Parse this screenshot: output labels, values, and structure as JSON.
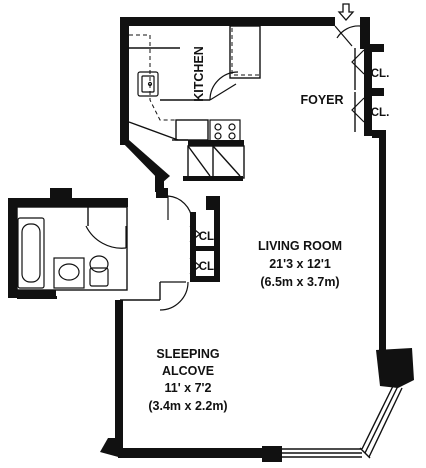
{
  "rooms": {
    "kitchen": {
      "label": "KITCHEN"
    },
    "foyer": {
      "label": "FOYER"
    },
    "living_room": {
      "label": "LIVING ROOM",
      "dims_imperial": "21'3 x 12'1",
      "dims_metric": "(6.5m x 3.7m)"
    },
    "sleeping_alcove": {
      "label_line1": "SLEEPING",
      "label_line2": "ALCOVE",
      "dims_imperial": "11' x 7'2",
      "dims_metric": "(3.4m x 2.2m)"
    }
  },
  "closets": {
    "label": "CL."
  },
  "icons": {
    "entry": "down-arrow-icon",
    "door": "door-swing-icon",
    "stove": "stove-icon",
    "sink": "sink-icon",
    "tub": "bathtub-icon",
    "toilet": "toilet-icon",
    "window": "window-icon"
  }
}
